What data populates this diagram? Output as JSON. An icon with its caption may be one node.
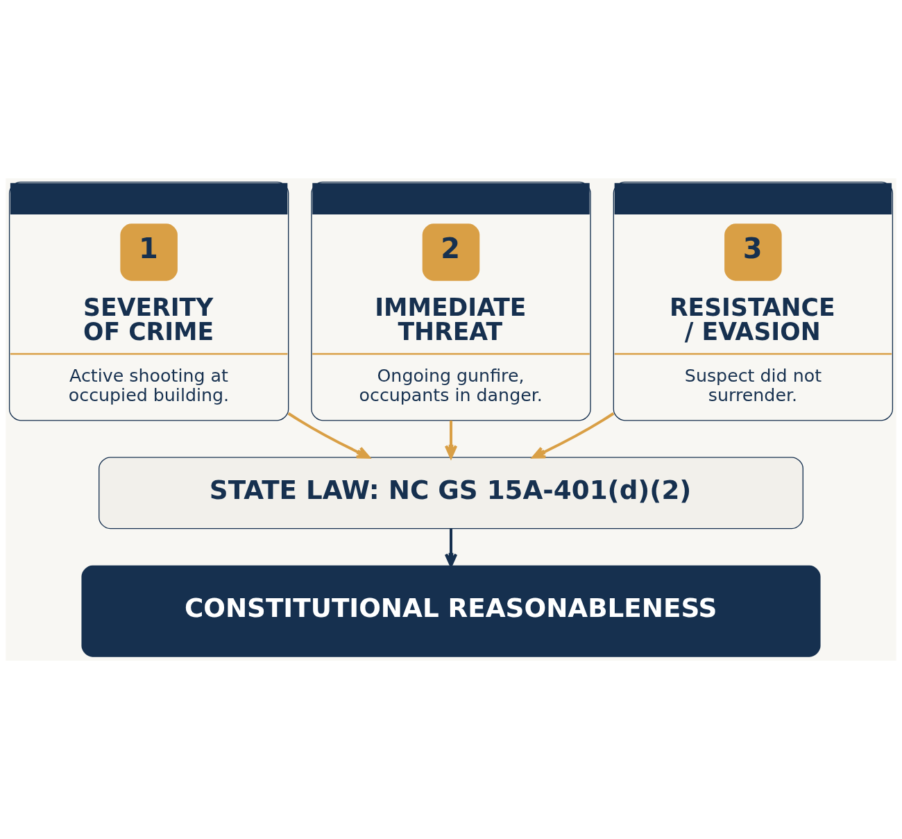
{
  "diagram": {
    "nodes": [
      {
        "text": [
          "1",
          "SEVERITY OF CRIME",
          "Active shooting at occupied building."
        ]
      },
      {
        "text": [
          "2",
          "IMMEDIATE THREAT",
          "Ongoing gunfire, occupants in danger."
        ]
      },
      {
        "text": [
          "3",
          "RESISTANCE / EVASION",
          "Suspect did not surrender."
        ]
      },
      {
        "text": [
          "STATE LAW: NC GS 15A-401(d)(2)"
        ]
      },
      {
        "text": [
          "CONSTITUTIONAL REASONABLENESS"
        ]
      }
    ],
    "edges": [
      {
        "from": 0,
        "to": 3,
        "arrow": "to"
      },
      {
        "from": 1,
        "to": 3,
        "arrow": "to"
      },
      {
        "from": 2,
        "to": 3,
        "arrow": "to"
      },
      {
        "from": 3,
        "to": 4,
        "arrow": "to",
        "color": "#16304f"
      }
    ]
  }
}
